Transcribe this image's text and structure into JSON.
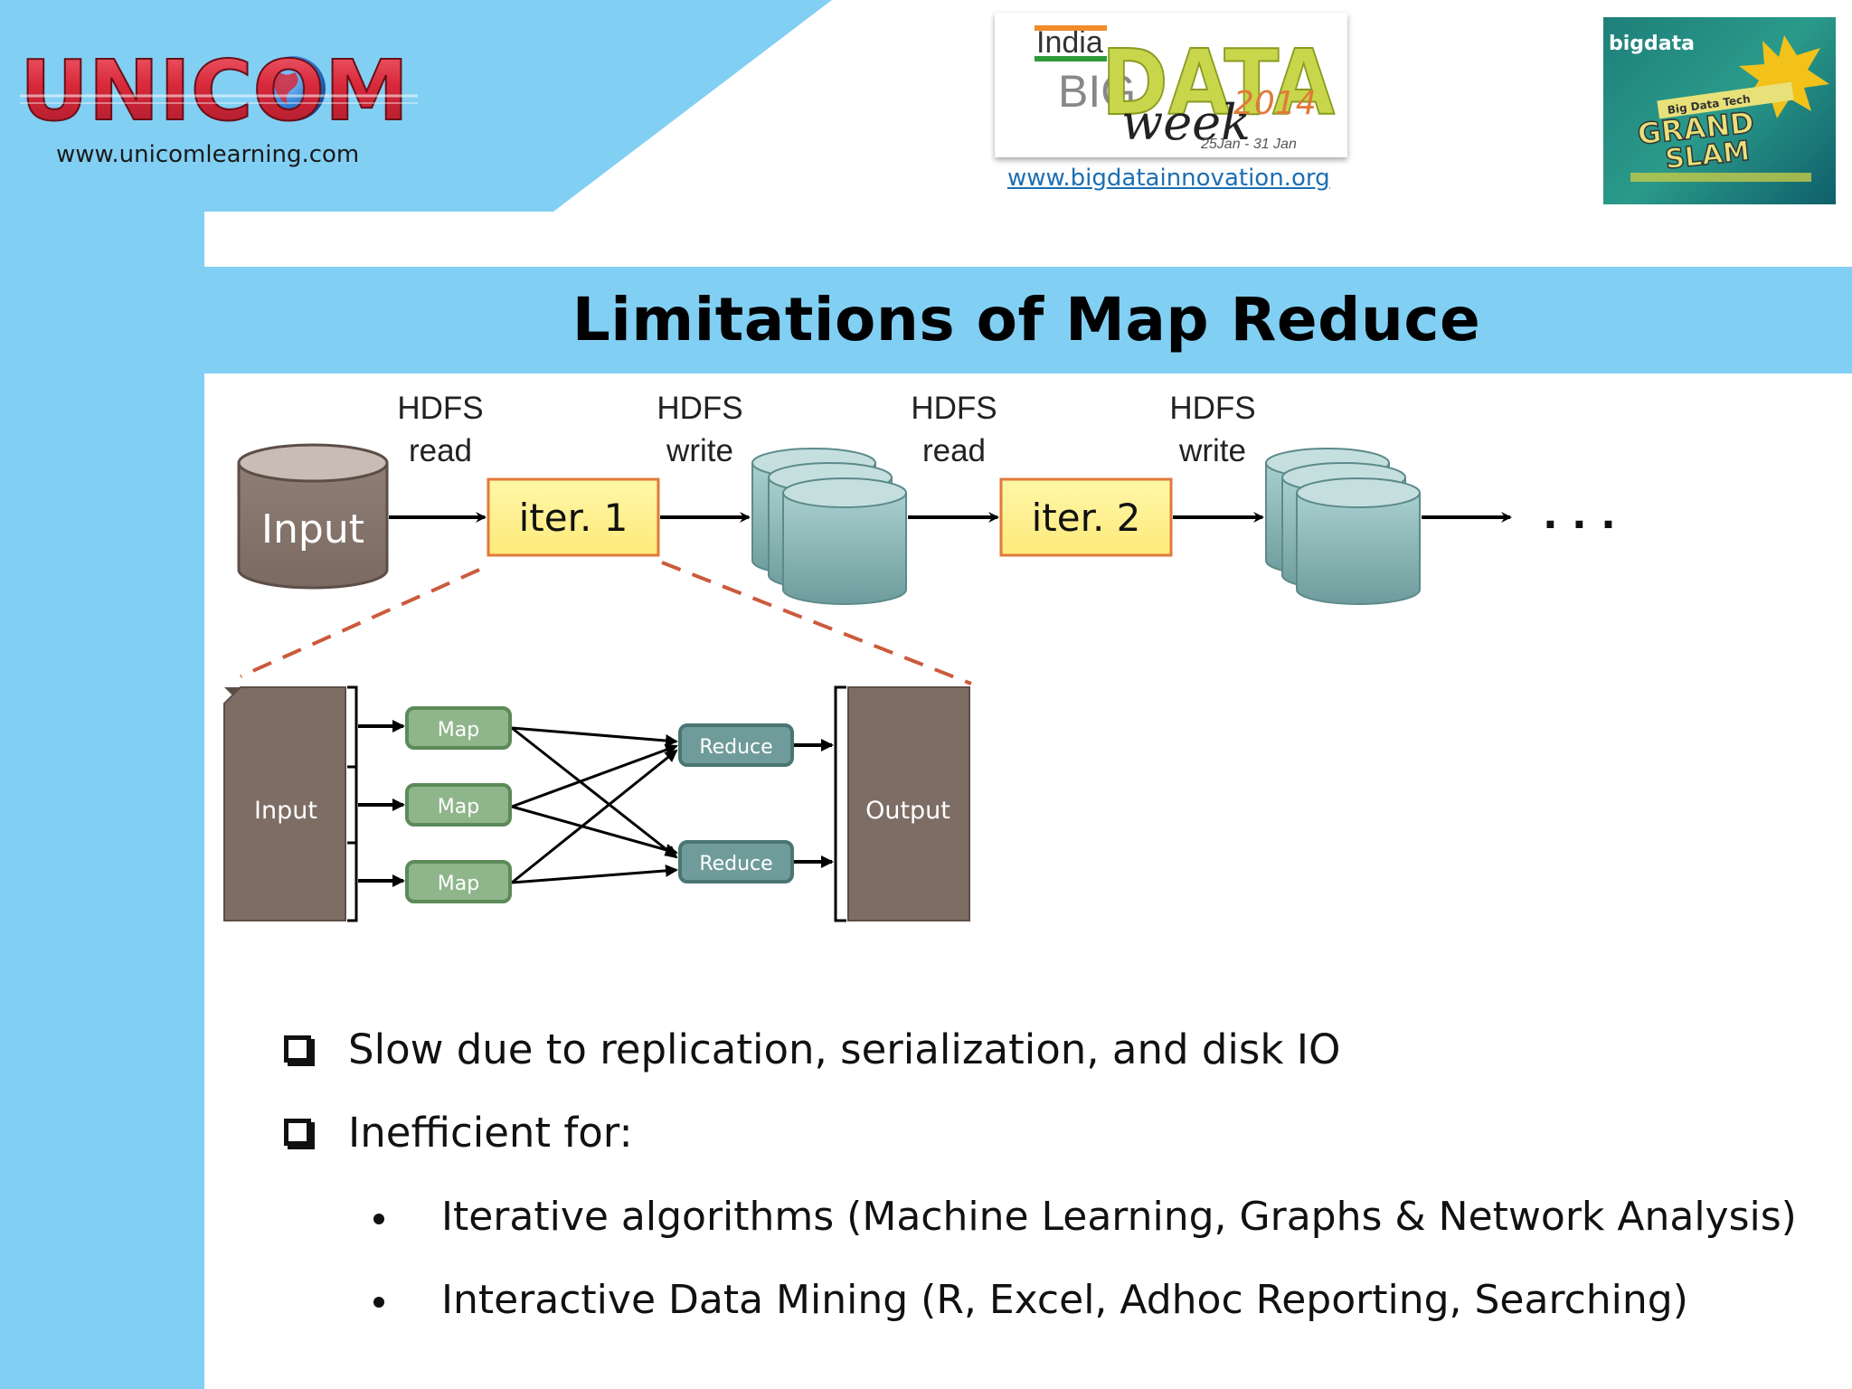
{
  "header": {
    "unicom_logo_text": "UNICOM",
    "unicom_url": "www.unicomlearning.com",
    "bdw_logo": {
      "india": "India",
      "big": "BIG",
      "data": "DATA",
      "week": "week",
      "year": "2014",
      "dates": "25Jan - 31 Jan"
    },
    "bdw_url": "www.bigdatainnovation.org",
    "grand_slam": {
      "brand": "bigdata",
      "title_top": "GRAND",
      "title_bottom": "SLAM",
      "ribbon": "Big Data Tech"
    }
  },
  "slide": {
    "title": "Limitations of Map Reduce"
  },
  "pipeline": {
    "labels": [
      {
        "line1": "HDFS",
        "line2": "read"
      },
      {
        "line1": "HDFS",
        "line2": "write"
      },
      {
        "line1": "HDFS",
        "line2": "read"
      },
      {
        "line1": "HDFS",
        "line2": "write"
      }
    ],
    "input_label": "Input",
    "iter1_label": "iter. 1",
    "iter2_label": "iter. 2",
    "ellipsis": ". . .",
    "colors": {
      "cylinder_brown": "#8b7b72",
      "cylinder_teal": "#8fbcbc",
      "iter_fill": "#fff08c",
      "iter_border": "#e07a3a",
      "dash": "#cc5a3c"
    }
  },
  "mapreduce": {
    "input_label": "Input",
    "output_label": "Output",
    "maps": [
      "Map",
      "Map",
      "Map"
    ],
    "reduces": [
      "Reduce",
      "Reduce"
    ],
    "colors": {
      "doc": "#7d6d65",
      "map_fill": "#8fb58a",
      "map_border": "#5c8a58",
      "reduce_fill": "#6f9c9a",
      "reduce_border": "#4a7573"
    }
  },
  "bullets": {
    "items": [
      "Slow due to replication, serialization, and disk IO",
      "Inefficient for:"
    ],
    "sub_items": [
      "Iterative algorithms (Machine Learning, Graphs & Network Analysis)",
      "Interactive Data Mining (R, Excel, Adhoc Reporting, Searching)"
    ]
  },
  "theme": {
    "band_blue": "#82cff4"
  }
}
